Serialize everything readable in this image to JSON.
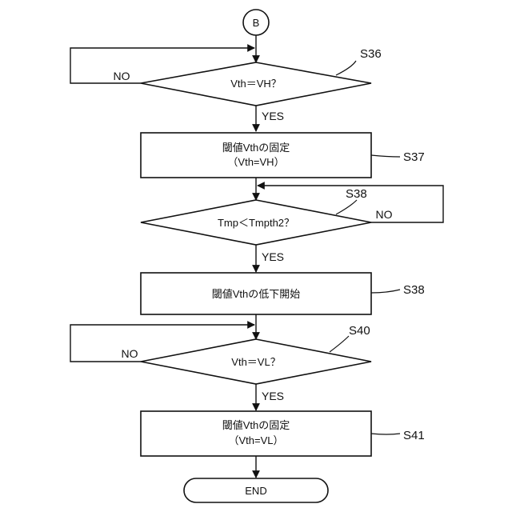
{
  "connector": {
    "label": "B"
  },
  "steps": {
    "s36": {
      "label": "S36",
      "text": "Vth＝VH？"
    },
    "s37": {
      "label": "S37",
      "line1": "閾値Vthの固定",
      "line2": "（Vth=VH）"
    },
    "s38_decision": {
      "label": "S38",
      "text": "Tmp＜Tmpth2？"
    },
    "s38_process": {
      "label": "S38",
      "text": "閾値Vthの低下開始"
    },
    "s40": {
      "label": "S40",
      "text": "Vth＝VL？"
    },
    "s41": {
      "label": "S41",
      "line1": "閾値Vthの固定",
      "line2": "（Vth=VL）"
    }
  },
  "flow_labels": {
    "s36_no": "NO",
    "s36_yes": "YES",
    "s38_no": "NO",
    "s38_yes": "YES",
    "s40_no": "NO",
    "s40_yes": "YES"
  },
  "terminal": {
    "end": "END"
  }
}
